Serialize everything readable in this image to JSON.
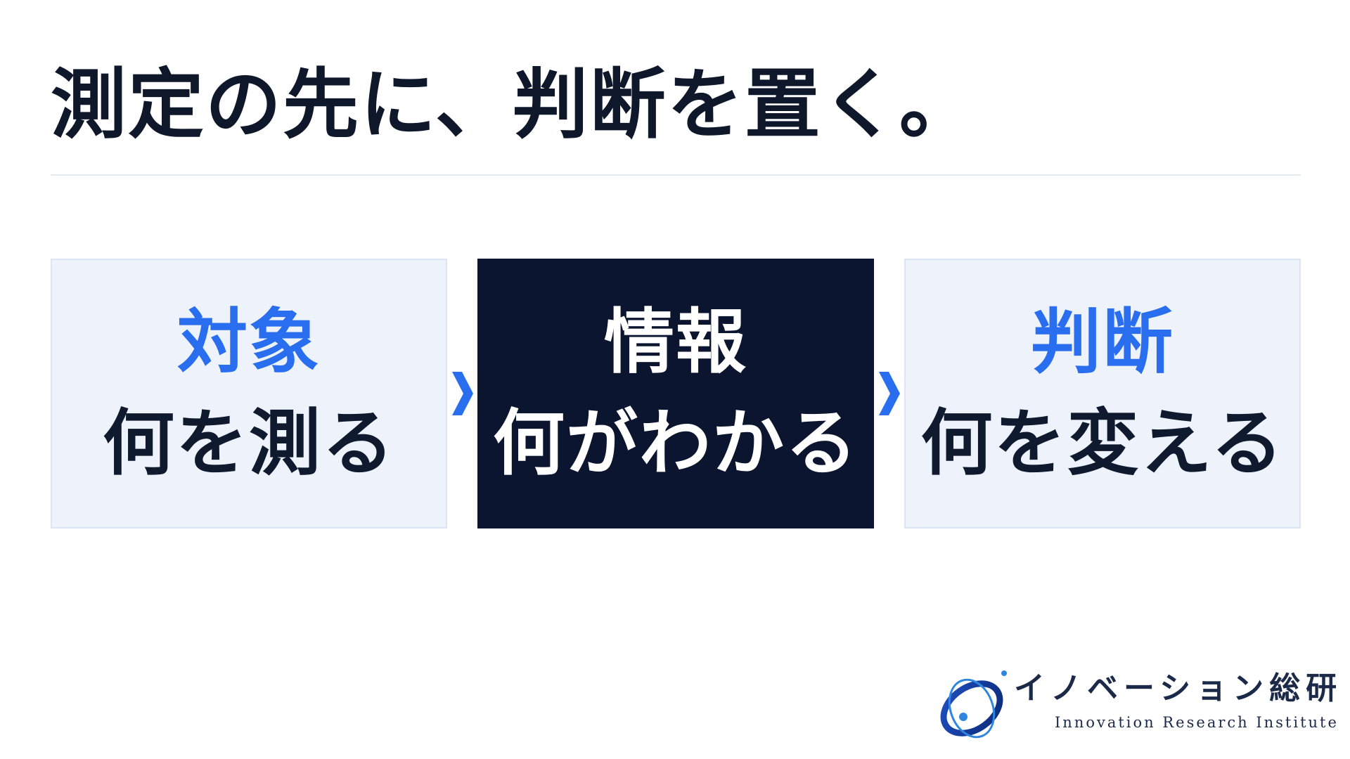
{
  "slide": {
    "title": "測定の先に、判断を置く。"
  },
  "flow": {
    "steps": [
      {
        "label": "対象",
        "description": "何を測る",
        "style": "light"
      },
      {
        "label": "情報",
        "description": "何がわかる",
        "style": "dark"
      },
      {
        "label": "判断",
        "description": "何を変える",
        "style": "light"
      }
    ],
    "arrow_icon": "chevron-right-icon"
  },
  "logo": {
    "name": "イノベーション総研",
    "subtitle": "Innovation Research Institute"
  },
  "colors": {
    "accent_blue": "#2a6ef0",
    "navy": "#0c1530",
    "light_panel": "#edf2fb",
    "text_dark": "#0f172a"
  }
}
